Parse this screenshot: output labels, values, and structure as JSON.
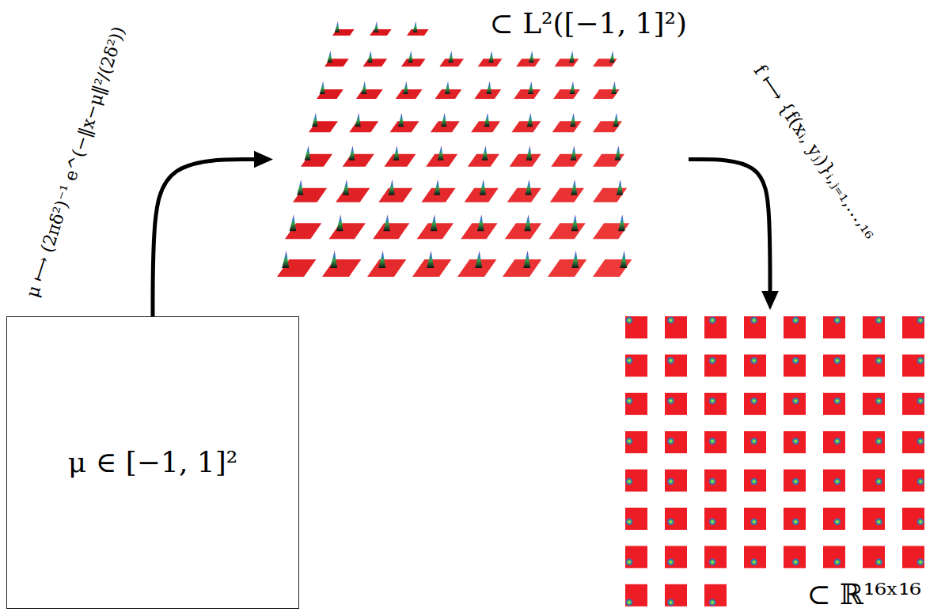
{
  "diagram": {
    "nodes": [
      {
        "text": [
          "μ ∈ [−1, 1]²"
        ]
      },
      {
        "text": [
          "⊂ L²([−1, 1]²)"
        ]
      },
      {
        "text": [
          "⊂ ℝ¹⁶ˣ¹⁶"
        ]
      }
    ],
    "edges": [
      {
        "from": 0,
        "to": 1,
        "arrow": "to",
        "label": "μ ⟼ (2πδ²)⁻¹ e^(−‖x−μ‖²/(2δ²))"
      },
      {
        "from": 1,
        "to": 2,
        "arrow": "to",
        "label": "f ⟼ {f(xᵢ, yⱼ)}ᵢ,ⱼ₌₁,…,₁₆"
      }
    ]
  }
}
